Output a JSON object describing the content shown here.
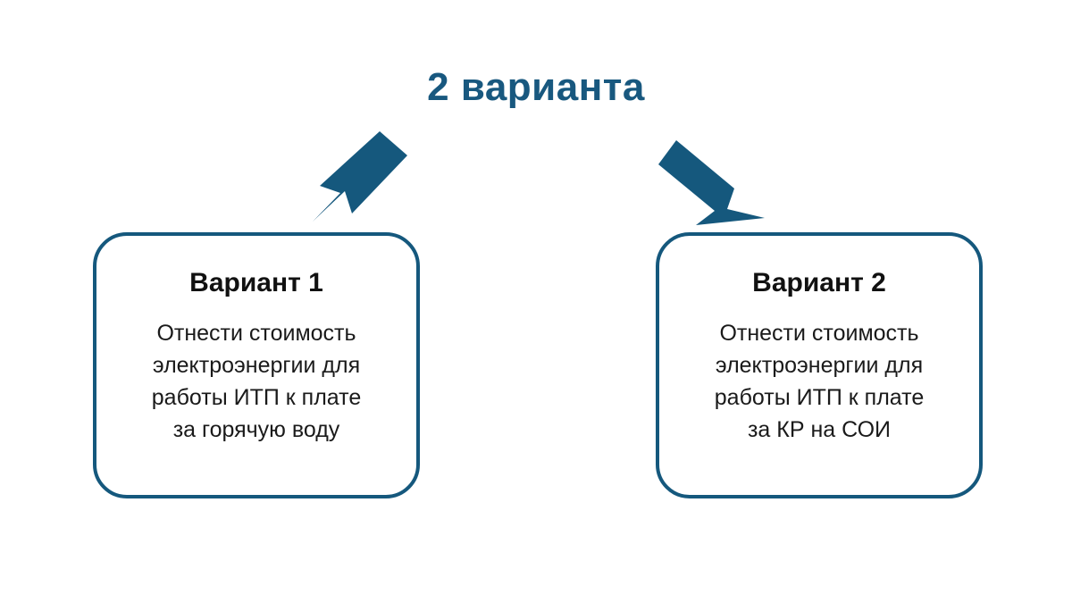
{
  "slide": {
    "background_color": "#ffffff",
    "title": "2 варианта",
    "title_color": "#18587F",
    "accent_color": "#15587D",
    "arrow_color": "#15587D",
    "heading_color": "#111111",
    "body_color": "#1a1a1a"
  },
  "arrows": [
    {
      "name": "arrow-to-option-1",
      "direction": "down-left",
      "color": "#15587D"
    },
    {
      "name": "arrow-to-option-2",
      "direction": "down-right",
      "color": "#15587D"
    }
  ],
  "options": [
    {
      "heading": "Вариант 1",
      "body": "Отнести стоимость\nэлектроэнергии для\nработы ИТП к плате\nза горячую воду"
    },
    {
      "heading": "Вариант 2",
      "body": "Отнести стоимость\nэлектроэнергии для\nработы ИТП к плате\nза КР на СОИ"
    }
  ]
}
